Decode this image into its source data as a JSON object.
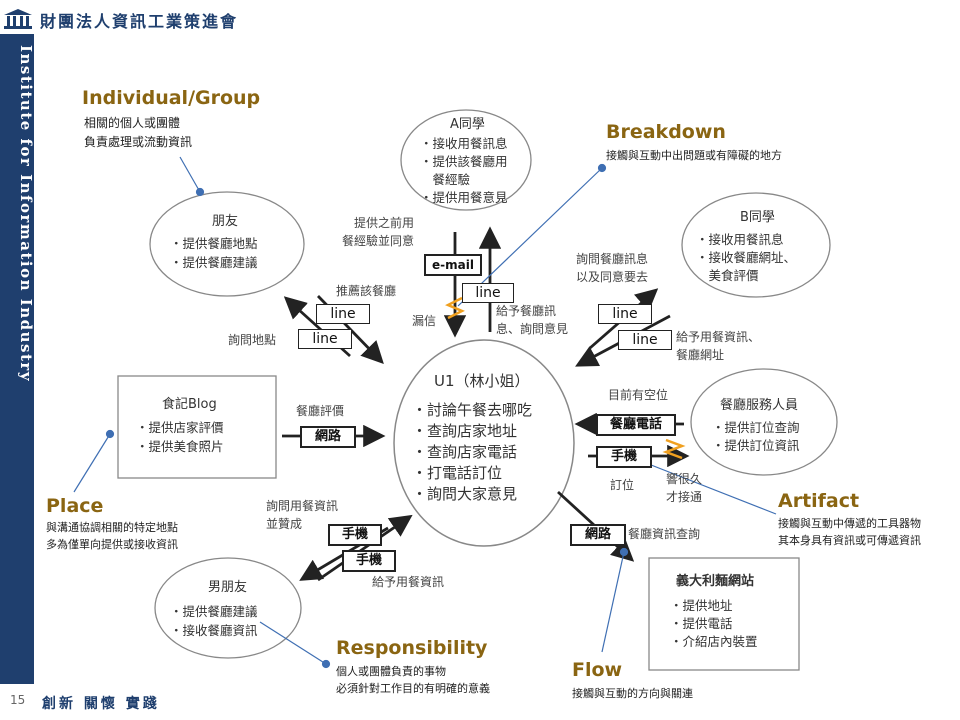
{
  "header": {
    "org_name": "財團法人資訊工業策進會"
  },
  "sidebar": {
    "text": "Institute for Information Industry"
  },
  "footer": {
    "page_number": "15",
    "motto": "創新 關懷 實踐"
  },
  "nodes": {
    "a_classmate": {
      "title": "A同學",
      "items": [
        "・接收用餐訊息",
        "・提供該餐廳用",
        "　餐經驗",
        "・提供用餐意見"
      ]
    },
    "friend": {
      "title": "朋友",
      "items": [
        "・提供餐廳地點",
        "・提供餐廳建議"
      ]
    },
    "b_classmate": {
      "title": "B同學",
      "items": [
        "・接收用餐訊息",
        "・接收餐廳網址、",
        "　美食評價"
      ]
    },
    "blog": {
      "title": "食記Blog",
      "items": [
        "・提供店家評價",
        "・提供美食照片"
      ]
    },
    "center": {
      "title": "U1（林小姐）",
      "items": [
        "・討論午餐去哪吃",
        "・查詢店家地址",
        "・查詢店家電話",
        "・打電話訂位",
        "・詢問大家意見"
      ]
    },
    "staff": {
      "title": "餐廳服務人員",
      "items": [
        "・提供訂位查詢",
        "・提供訂位資訊"
      ]
    },
    "boyfriend": {
      "title": "男朋友",
      "items": [
        "・提供餐廳建議",
        "・接收餐廳資訊"
      ]
    },
    "website": {
      "title": "義大利麵網站",
      "items": [
        "・提供地址",
        "・提供電話",
        "・介紹店內裝置"
      ]
    }
  },
  "flows": {
    "a_in_1": "提供之前用",
    "a_in_2": "餐經驗並同意",
    "email": "e-mail",
    "missed": "漏信",
    "a_out_1": "給予餐廳訊",
    "a_out_2": "息、詢問意見",
    "friend_recommend": "推薦該餐廳",
    "friend_ask": "詢問地點",
    "b_ask_1": "詢問餐廳訊息",
    "b_ask_2": "以及同意要去",
    "b_give_1": "給予用餐資訊、",
    "b_give_2": "餐廳網址",
    "blog_review": "餐廳評價",
    "network": "網路",
    "staff_vacancy": "目前有空位",
    "restaurant_phone": "餐廳電話",
    "mobile": "手機",
    "booking": "訂位",
    "busy_1": "響很久",
    "busy_2": "才接通",
    "bf_ask_1": "詢問用餐資訊",
    "bf_ask_2": "並贊成",
    "bf_give": "給予用餐資訊",
    "web_query": "餐廳資訊查詢",
    "line": "line"
  },
  "categories": {
    "individual": {
      "title": "Individual/Group",
      "desc": [
        "相關的個人或團體",
        "負責處理或流動資訊"
      ]
    },
    "breakdown": {
      "title": "Breakdown",
      "desc": [
        "接觸與互動中出問題或有障礙的地方"
      ]
    },
    "place": {
      "title": "Place",
      "desc": [
        "與溝通協調相關的特定地點",
        "多為僅單向提供或接收資訊"
      ]
    },
    "artifact": {
      "title": "Artifact",
      "desc": [
        "接觸與互動中傳遞的工具器物",
        "其本身具有資訊或可傳遞資訊"
      ]
    },
    "responsibility": {
      "title": "Responsibility",
      "desc": [
        "個人或團體負責的事物",
        "必須針對工作目的有明確的意義"
      ]
    },
    "flow": {
      "title": "Flow",
      "desc": [
        "接觸與互動的方向與關連"
      ]
    }
  },
  "colors": {
    "brand": "#1f3f6e",
    "category_title": "#8a6512",
    "pointer_line": "#3f6fb3",
    "breakdown_mark": "#f0a020"
  }
}
